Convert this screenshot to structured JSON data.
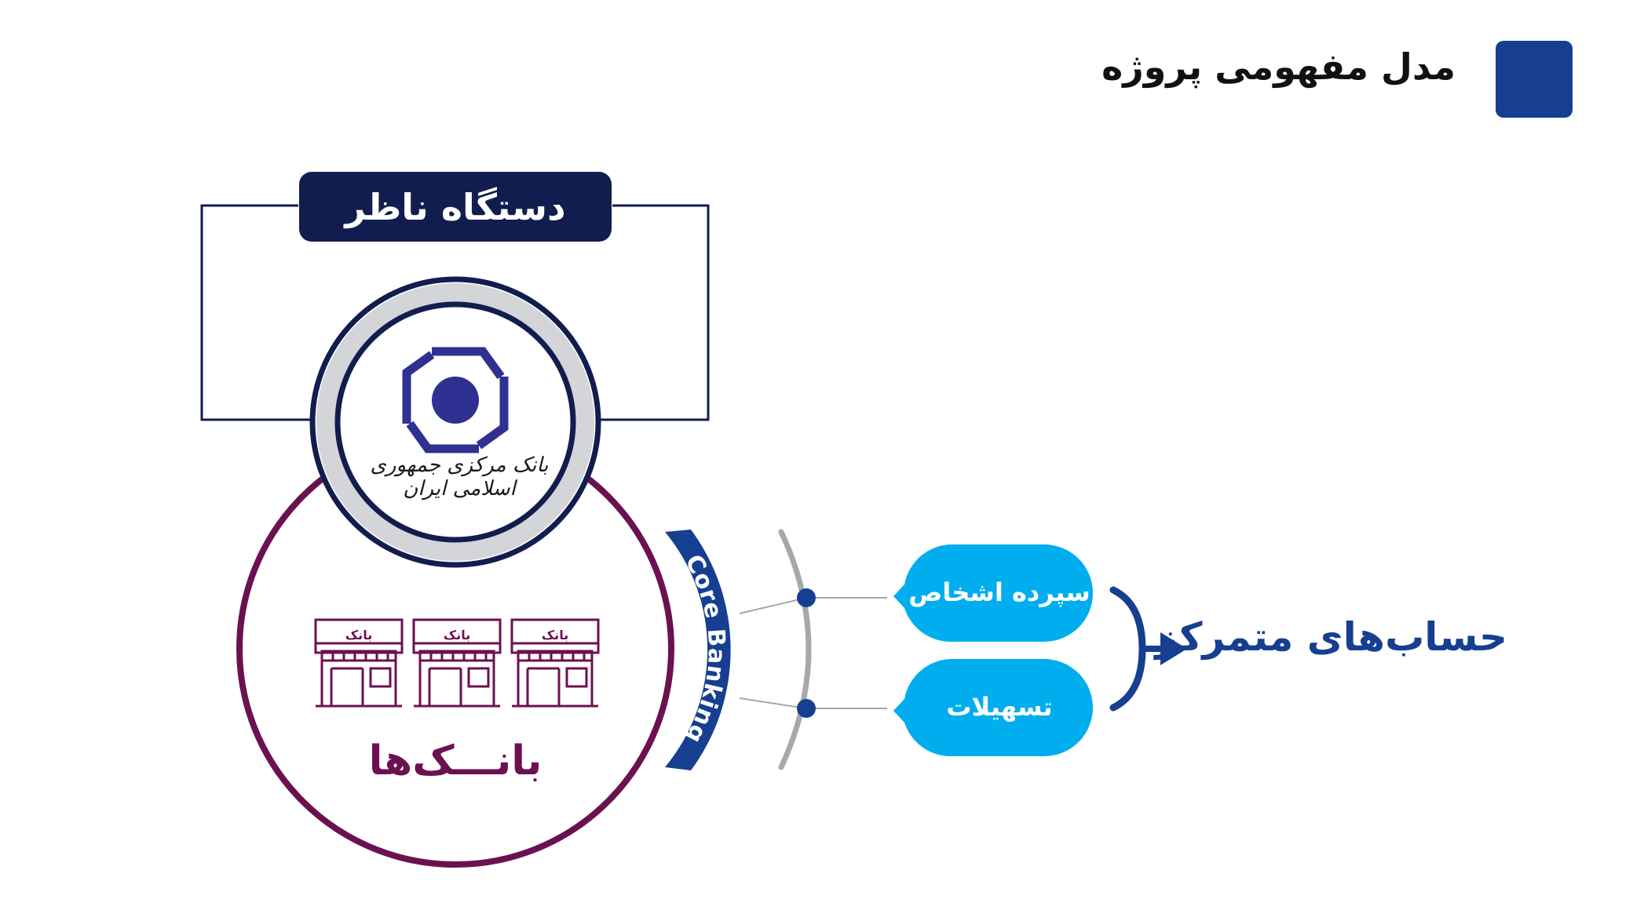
{
  "header": {
    "title": "مدل مفهومی پروژه",
    "icon": "idea-bulb-documents-icon"
  },
  "supervisor": {
    "label": "دستگاه ناظر",
    "logo_text": "بانک مرکزی جمهوری اسلامی ایران",
    "logo_icon": "central-bank-emblem-icon"
  },
  "banks": {
    "label": "بانـــک‌ها",
    "building_sign": "بانک",
    "building_icon": "bank-building-icon"
  },
  "core_banking": {
    "label": "Core Banking"
  },
  "items": [
    {
      "label": "سپرده اشخاص"
    },
    {
      "label": "تسهیلات"
    }
  ],
  "result": {
    "label": "حساب‌های متمرکز",
    "icon": "arrow-right-icon"
  },
  "colors": {
    "navy": "#121d4f",
    "royal_blue": "#163f91",
    "bank_purple": "#6b1150",
    "bubble_blue": "#00aeef",
    "gray_ring": "#d4d5d9",
    "emblem_blue": "#2e3192"
  }
}
